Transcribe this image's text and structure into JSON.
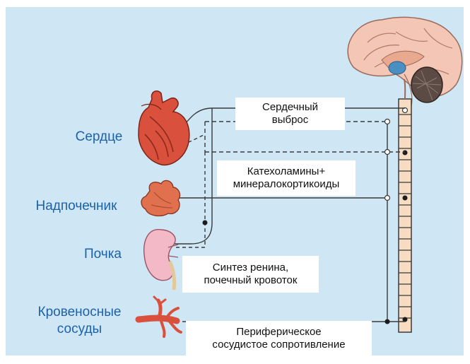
{
  "organs": {
    "heart": "Сердце",
    "adrenal": "Надпочечник",
    "kidney": "Почка",
    "vessels": "Кровеносные\nсосуды"
  },
  "effects": {
    "cardiac_output": "Сердечный\nвыброс",
    "hormones": "Катехоламины+\nминералокортикоиды",
    "renin": "Синтез ренина,\nпочечный кровоток",
    "resistance": "Периферическое\nсосудистое сопротивление"
  },
  "colors": {
    "background": "#cfe6f4",
    "label_text": "#1d62a8",
    "line": "#3a3a3a",
    "organ_red": "#d9503d",
    "adrenal_orange": "#e0704e",
    "kidney_pink": "#f3b9c6"
  },
  "icons": [
    "brain-icon",
    "spinal-cord-icon",
    "heart-icon",
    "adrenal-gland-icon",
    "kidney-icon",
    "blood-vessel-icon"
  ]
}
